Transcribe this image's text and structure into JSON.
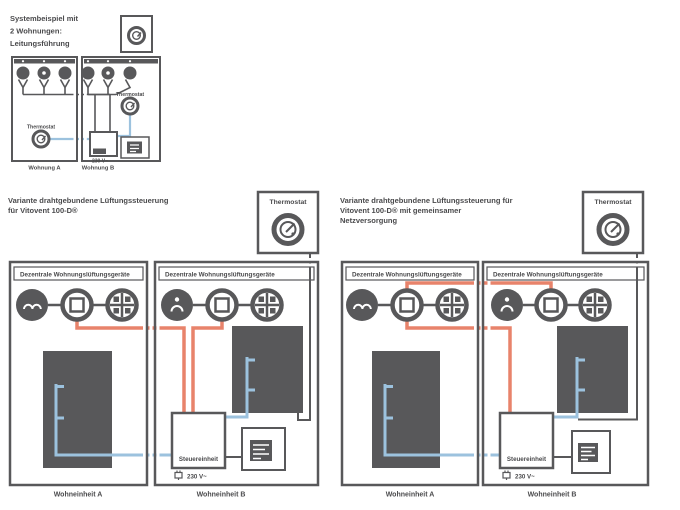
{
  "colors": {
    "stroke_gray": "#58585a",
    "text_gray": "#4a4a4c",
    "wire_red": "#e8836b",
    "wire_blue": "#9cc2de",
    "background": "#ffffff"
  },
  "icons": {
    "unit_arc": "ventilation-unit-icon",
    "unit_dot": "ventilation-unit-variant-icon",
    "unit_square": "wall-junction-box-icon",
    "unit_fan": "fan-vent-icon",
    "knob": "thermostat-dial-icon",
    "plug": "power-plug-icon",
    "legend": "type-plate-icon"
  },
  "d1": {
    "title1": "Systembeispiel mit",
    "title2": "2 Wohnungen:",
    "title3": "Leitungsführung",
    "thermostat_a": "Thermostat",
    "thermostat_b": "Thermostat",
    "power": "230 V~",
    "unit_a": "Wohnung A",
    "unit_b": "Wohnung B"
  },
  "d2": {
    "title1": "Variante drahtgebundene Lüftungssteuerung",
    "title2": "für Vitovent 100-D®",
    "thermostat": "Thermostat",
    "header_a": "Dezentrale Wohnungslüftungsgeräte",
    "header_b": "Dezentrale Wohnungslüftungsgeräte",
    "controller": "Steuereinheit",
    "power": "230 V~",
    "unit_a": "Wohneinheit A",
    "unit_b": "Wohneinheit B"
  },
  "d3": {
    "title1": "Variante drahtgebundene Lüftungssteuerung für",
    "title2": "Vitovent 100-D® mit gemeinsamer",
    "title3": "Netzversorgung",
    "thermostat": "Thermostat",
    "header_a": "Dezentrale Wohnungslüftungsgeräte",
    "header_b": "Dezentrale Wohnungslüftungsgeräte",
    "controller": "Steuereinheit",
    "power": "230 V~",
    "unit_a": "Wohneinheit A",
    "unit_b": "Wohneinheit B"
  }
}
